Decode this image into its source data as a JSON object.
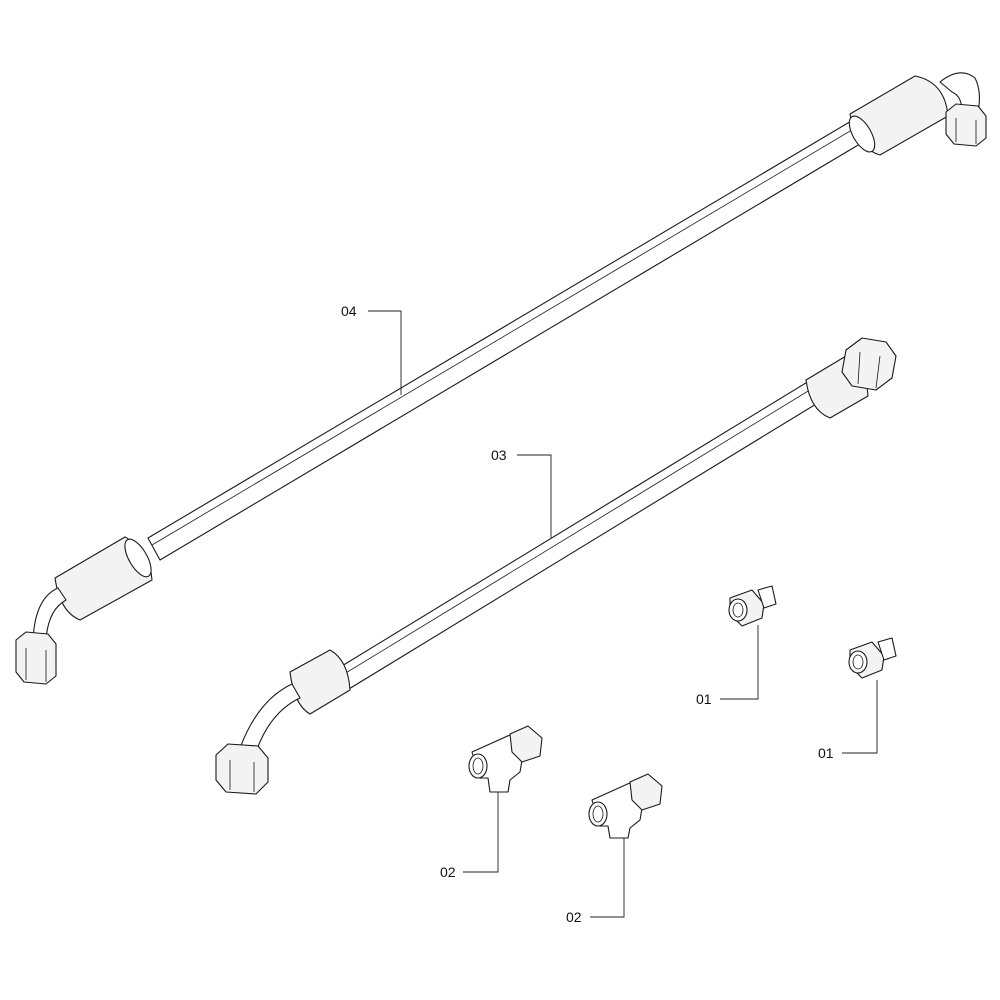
{
  "callouts": {
    "c04": "04",
    "c03": "03",
    "c01a": "01",
    "c01b": "01",
    "c02a": "02",
    "c02b": "02"
  },
  "colors": {
    "line": "#1a1a1a",
    "background": "#ffffff"
  }
}
